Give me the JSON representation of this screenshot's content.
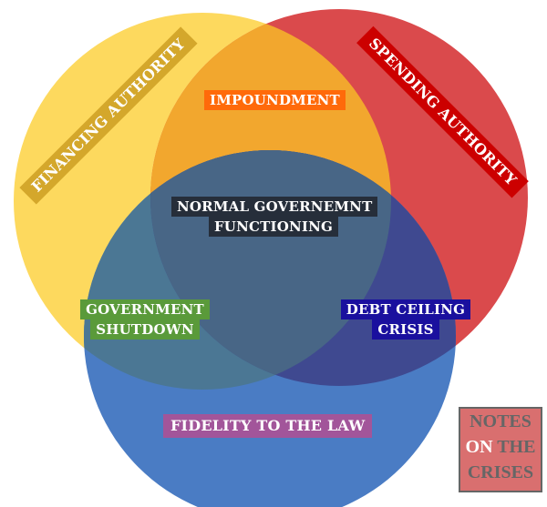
{
  "sets": {
    "financing": {
      "label": "FINANCING AUTHORITY",
      "color": "#fdd95e",
      "label_bg": "#d4a72b"
    },
    "spending": {
      "label": "SPENDING AUTHORITY",
      "color": "#da4a4c",
      "label_bg": "#cc0000"
    },
    "fidelity": {
      "label": "FIDELITY TO THE LAW",
      "color": "#4a7cc4",
      "label_bg": "#a2559a"
    }
  },
  "intersections": {
    "impoundment": {
      "label": "IMPOUNDMENT",
      "color": "#f2a72e",
      "label_bg": "#ff6a0a"
    },
    "normal_line1": "NORMAL GOVERNEMNT",
    "normal_line2": "FUNCTIONING",
    "normal": {
      "color": "#486686",
      "label_bg": "#262e3a"
    },
    "shutdown_line1": "GOVERNMENT",
    "shutdown_line2": "SHUTDOWN",
    "shutdown": {
      "color": "#4b7794",
      "label_bg": "#5a9a3a"
    },
    "debt_line1": "DEBT CEILING",
    "debt_line2": "CRISIS",
    "debt": {
      "color": "#3f4990",
      "label_bg": "#1a109e"
    }
  },
  "logo": {
    "word1": "NOTES",
    "word2": "ON",
    "word3": "THE",
    "word4": "CRISES"
  }
}
